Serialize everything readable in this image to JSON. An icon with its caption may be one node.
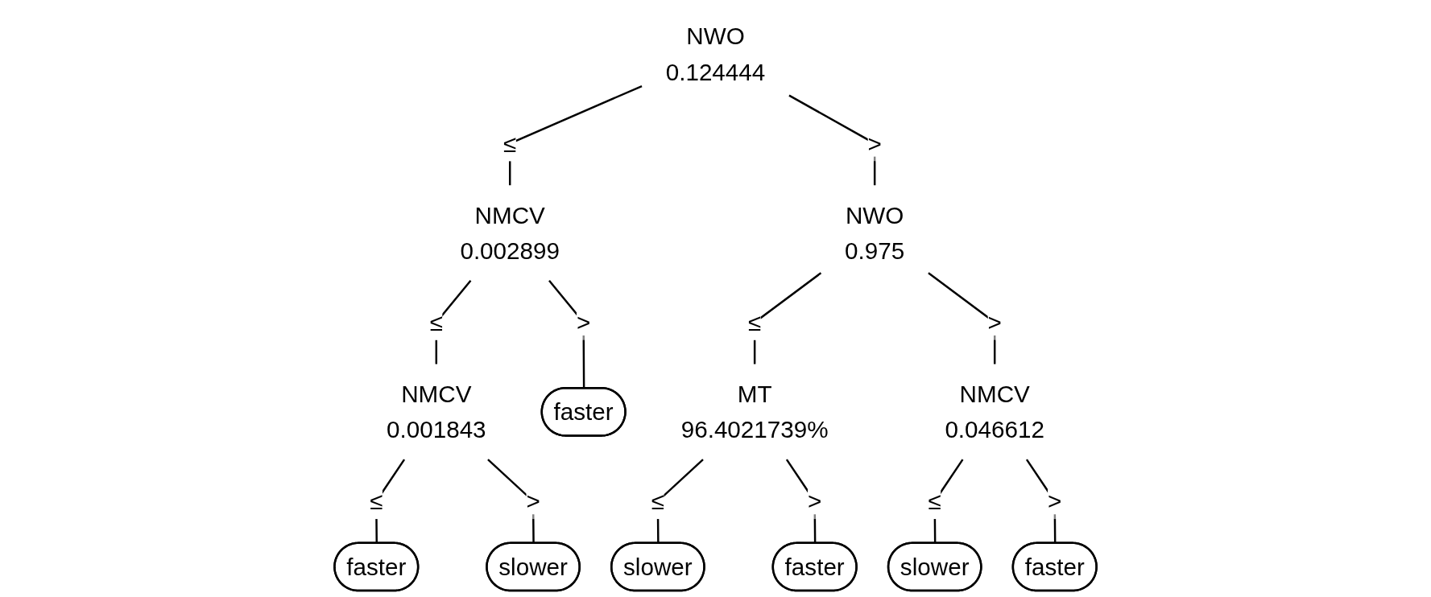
{
  "diagram": {
    "nodes": [
      {
        "text": [
          "NWO",
          "0.124444"
        ]
      },
      {
        "text": [
          "NMCV",
          "0.002899"
        ]
      },
      {
        "text": [
          "NWO",
          "0.975"
        ]
      },
      {
        "text": [
          "NMCV",
          "0.001843"
        ]
      },
      {
        "text": [
          "faster"
        ]
      },
      {
        "text": [
          "MT",
          "96.4021739%"
        ]
      },
      {
        "text": [
          "NMCV",
          "0.046612"
        ]
      },
      {
        "text": [
          "faster"
        ]
      },
      {
        "text": [
          "slower"
        ]
      },
      {
        "text": [
          "slower"
        ]
      },
      {
        "text": [
          "faster"
        ]
      },
      {
        "text": [
          "slower"
        ]
      },
      {
        "text": [
          "faster"
        ]
      }
    ],
    "edges": [
      {
        "from": 0,
        "to": 1,
        "arrow": "none",
        "label": "≤"
      },
      {
        "from": 0,
        "to": 2,
        "arrow": "none",
        "label": ">"
      },
      {
        "from": 1,
        "to": 3,
        "arrow": "none",
        "label": "≤"
      },
      {
        "from": 1,
        "to": 4,
        "arrow": "none",
        "label": ">"
      },
      {
        "from": 2,
        "to": 5,
        "arrow": "none",
        "label": "≤"
      },
      {
        "from": 2,
        "to": 6,
        "arrow": "none",
        "label": ">"
      },
      {
        "from": 3,
        "to": 7,
        "arrow": "none",
        "label": "≤"
      },
      {
        "from": 3,
        "to": 8,
        "arrow": "none",
        "label": ">"
      },
      {
        "from": 5,
        "to": 9,
        "arrow": "none",
        "label": "≤"
      },
      {
        "from": 5,
        "to": 10,
        "arrow": "none",
        "label": ">"
      },
      {
        "from": 6,
        "to": 11,
        "arrow": "none",
        "label": "≤"
      },
      {
        "from": 6,
        "to": 12,
        "arrow": "none",
        "label": ">"
      }
    ]
  }
}
